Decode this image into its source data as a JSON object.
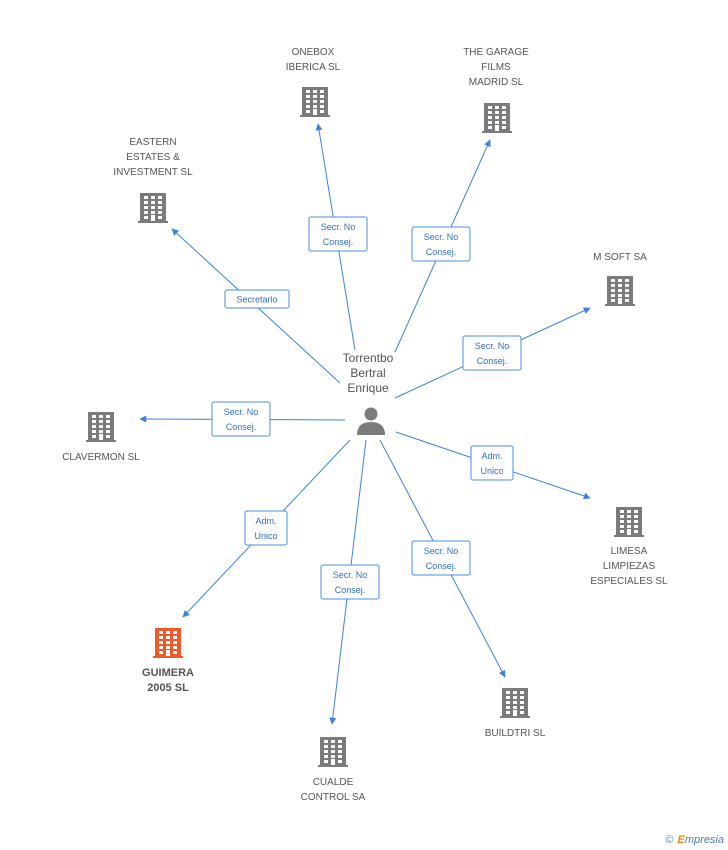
{
  "center": {
    "name_lines": [
      "Torrentbo",
      "Bertral",
      "Enrique"
    ]
  },
  "companies": [
    {
      "id": "onebox",
      "lines": [
        "ONEBOX",
        "IBERICA SL"
      ],
      "role": [
        "Secr.  No",
        "Consej."
      ],
      "highlight": false
    },
    {
      "id": "garage",
      "lines": [
        "THE GARAGE",
        "FILMS",
        "MADRID SL"
      ],
      "role": [
        "Secr.  No",
        "Consej."
      ],
      "highlight": false
    },
    {
      "id": "eastern",
      "lines": [
        "EASTERN",
        "ESTATES &",
        "INVESTMENT SL"
      ],
      "role": [
        "Secretario"
      ],
      "highlight": false
    },
    {
      "id": "msoft",
      "lines": [
        "M SOFT SA"
      ],
      "role": [
        "Secr.  No",
        "Consej."
      ],
      "highlight": false
    },
    {
      "id": "clavermon",
      "lines": [
        "CLAVERMON SL"
      ],
      "role": [
        "Secr.  No",
        "Consej."
      ],
      "highlight": false
    },
    {
      "id": "limesa",
      "lines": [
        "LIMESA",
        "LIMPIEZAS",
        "ESPECIALES SL"
      ],
      "role": [
        "Adm.",
        "Unico"
      ],
      "highlight": false
    },
    {
      "id": "guimera",
      "lines": [
        "GUIMERA",
        "2005 SL"
      ],
      "role": [
        "Adm.",
        "Unico"
      ],
      "highlight": true
    },
    {
      "id": "cualde",
      "lines": [
        "CUALDE",
        "CONTROL SA"
      ],
      "role": [
        "Secr.  No",
        "Consej."
      ],
      "highlight": false
    },
    {
      "id": "buildtri",
      "lines": [
        "BUILDTRI SL"
      ],
      "role": [
        "Secr.  No",
        "Consej."
      ],
      "highlight": false
    }
  ],
  "colors": {
    "edge": "#3c82e0",
    "building": "#7b7b7b",
    "highlight_building": "#f0582a",
    "person": "#7b7b7b"
  },
  "footer": {
    "copyright_symbol": "©",
    "brand_first": "E",
    "brand_rest": "mpresia"
  }
}
